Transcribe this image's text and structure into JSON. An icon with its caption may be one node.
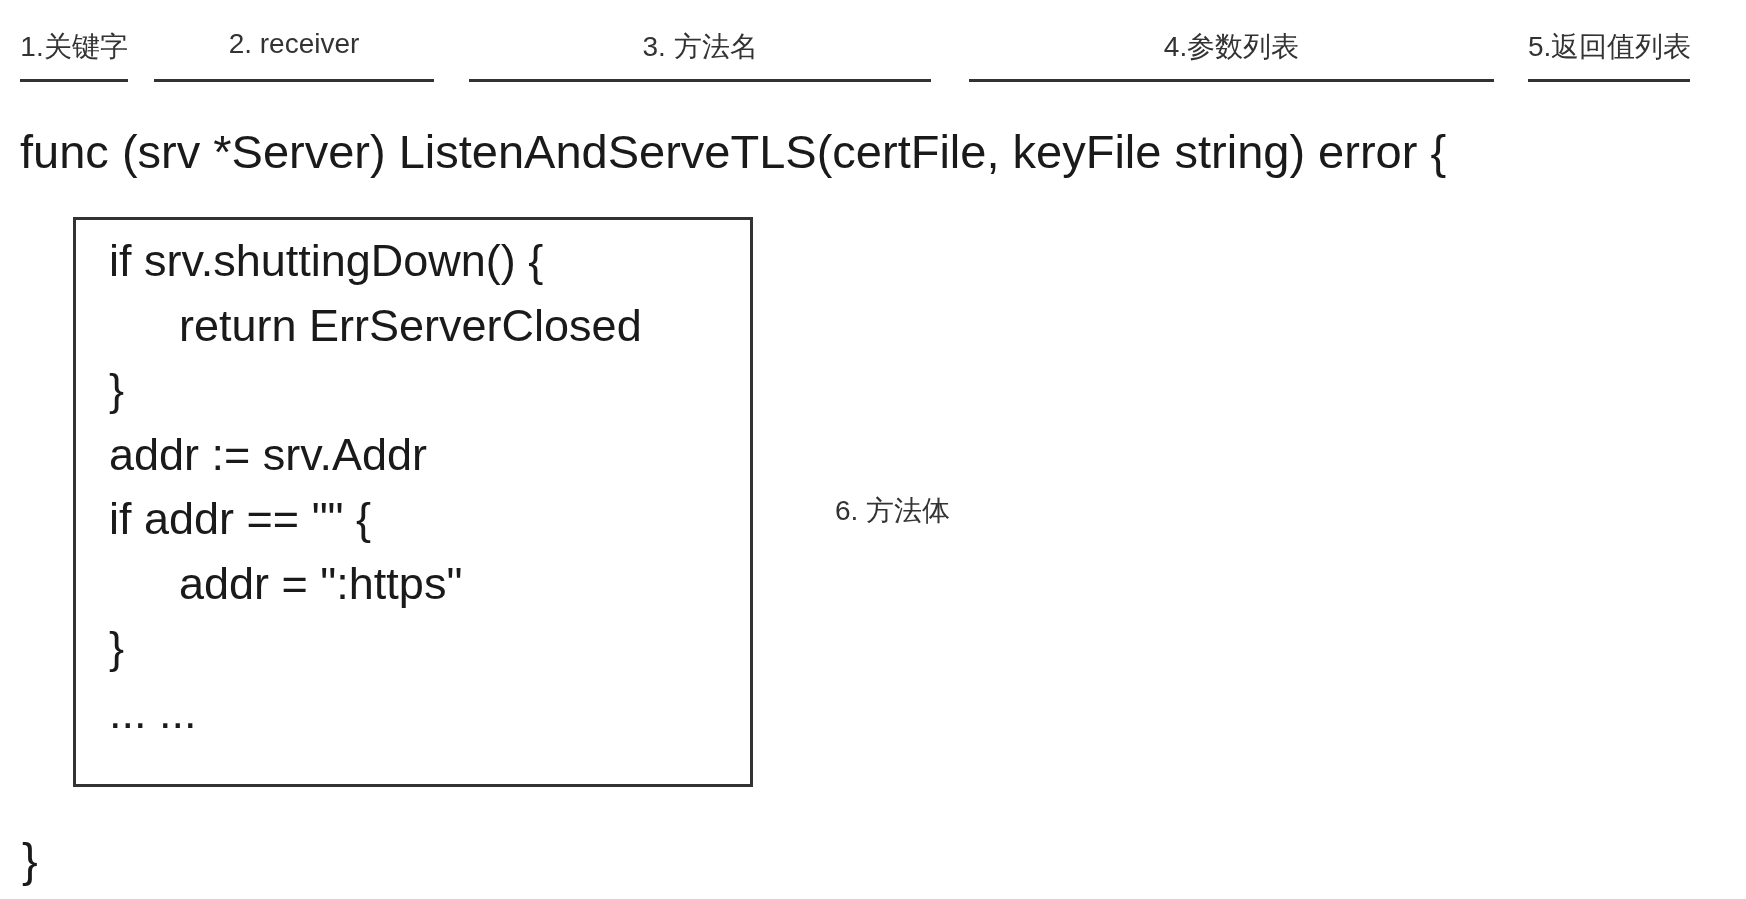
{
  "diagram": {
    "nodes": [
      {
        "text": [
          "if srv.shuttingDown() {",
          "return ErrServerClosed",
          "}",
          "addr := srv.Addr",
          "if addr == \"\" {",
          "addr = \":https\"",
          "}",
          "... ..."
        ]
      }
    ],
    "edges": [],
    "labels": [
      "1.关键字",
      "2. receiver",
      "3. 方法名",
      "4.参数列表",
      "5.返回值列表",
      "func (srv *Server) ListenAndServeTLS(certFile, keyFile string) error {",
      "6. 方法体",
      "}"
    ]
  }
}
